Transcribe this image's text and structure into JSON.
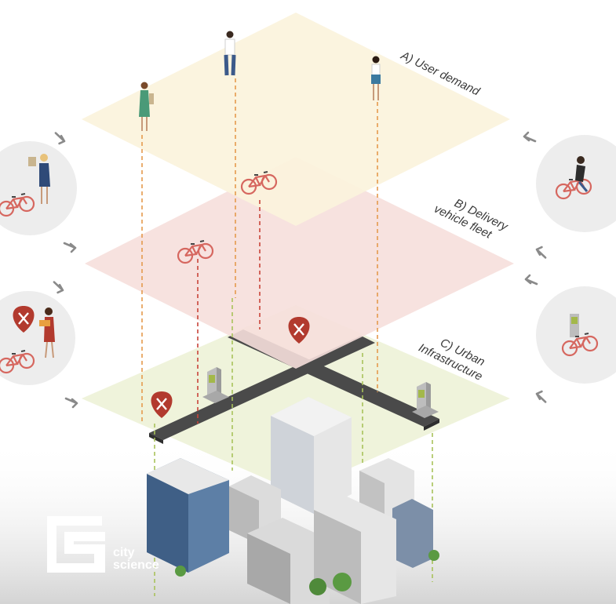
{
  "layers": {
    "a": {
      "label": "A) User demand",
      "color": "#fbf3dc"
    },
    "b": {
      "label_line1": "B) Delivery",
      "label_line2": "vehicle fleet",
      "color": "#f6dfdc"
    },
    "c": {
      "label_line1": "C) Urban",
      "label_line2": "Infrastructure",
      "color": "#eff3db"
    }
  },
  "logo": {
    "line1": "city",
    "line2": "science"
  },
  "colors": {
    "road": "#4a4a4a",
    "pin": "#b23a2e",
    "bike": "#d6675f",
    "circle": "#ededed",
    "arrow": "#8a8a8a"
  }
}
